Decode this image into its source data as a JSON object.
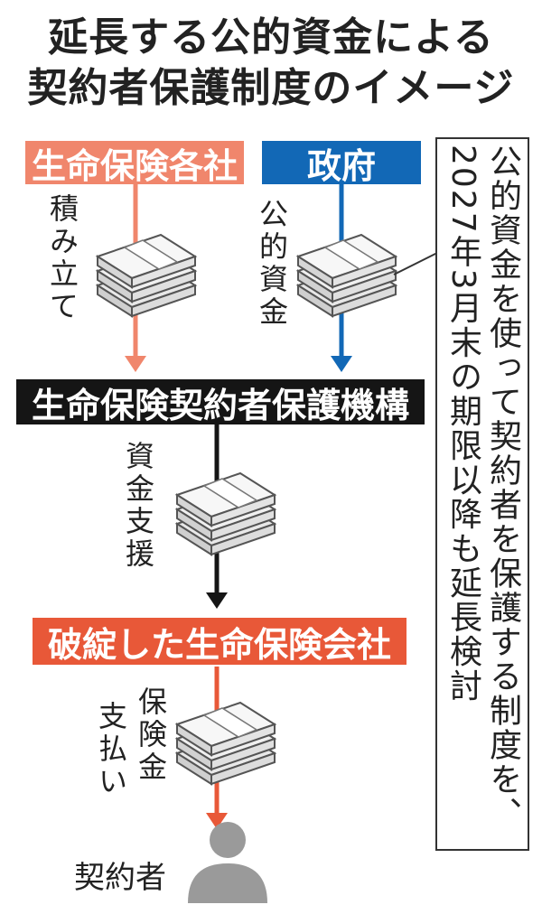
{
  "title": {
    "line1": "延長する公的資金による",
    "line2": "契約者保護制度のイメージ"
  },
  "boxes": {
    "life_insurers": "生命保険各社",
    "government": "政府",
    "organization": "生命保険契約者保護機構",
    "failed_insurer": "破綻した生命保険会社"
  },
  "flow_labels": {
    "savings": "積み立て",
    "public_funds": "公的資金",
    "financial_support": "資金支援",
    "insurance_payment_1": "保険金",
    "insurance_payment_2": "支払い"
  },
  "contractor_label": "契約者",
  "callout": "公的資金を使って契約者を保護する制度を、2027年3月末の期限以降も延長検討",
  "colors": {
    "salmon": "#f0866c",
    "blue": "#1268b6",
    "black": "#151515",
    "red": "#e85838",
    "gray": "#9a9a9a"
  }
}
